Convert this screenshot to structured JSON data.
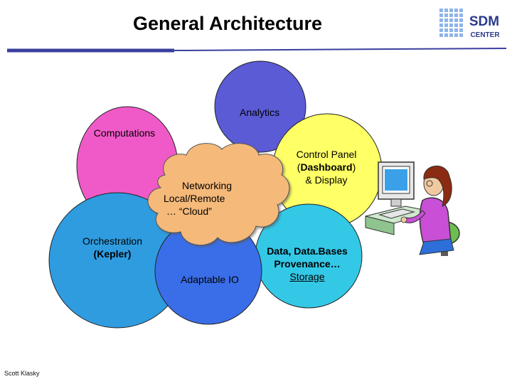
{
  "title": "General Architecture",
  "logo": {
    "line1": "SDM",
    "line2": "CENTER",
    "color": "#3a4fa0"
  },
  "diagram": {
    "analytics": {
      "label": "Analytics",
      "color": "#5b5bd6"
    },
    "computations": {
      "label": "Computations",
      "color": "#f05ac8"
    },
    "control_panel": {
      "line1": "Control Panel",
      "line2_pre": "(",
      "line2_bold": "Dashboard",
      "line2_post": ")",
      "line3": "& Display",
      "color": "#ffff66"
    },
    "networking": {
      "line1": "Networking",
      "line2": "Local/Remote",
      "line3": "… “Cloud”",
      "color": "#f5b97a"
    },
    "orchestration": {
      "line1": "Orchestration",
      "line2": "(Kepler)",
      "color": "#2f9ce0"
    },
    "adaptable_io": {
      "label": "Adaptable IO",
      "color": "#3a6ee8"
    },
    "data": {
      "line1": "Data, Data.Bases",
      "line2": "Provenance…",
      "line3": "Storage",
      "color": "#33c8e6"
    }
  },
  "footer": "Scott Klasky"
}
